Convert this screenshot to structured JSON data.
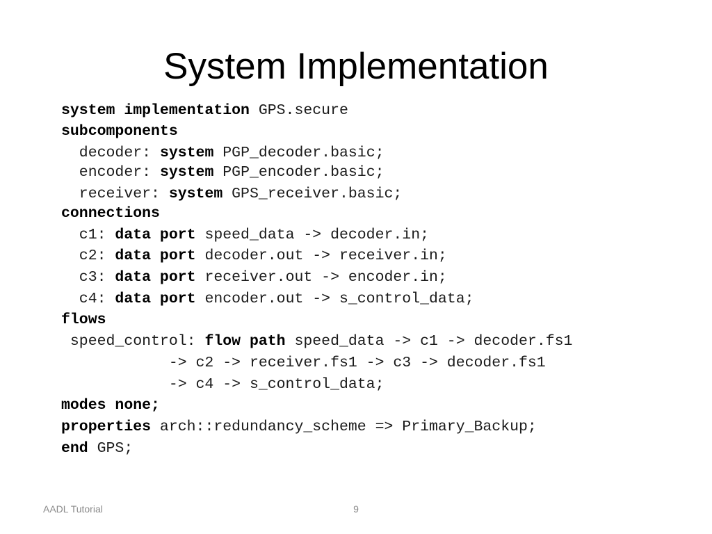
{
  "slide": {
    "title": "System Implementation",
    "footer_label": "AADL Tutorial",
    "page_number": "9"
  },
  "code": {
    "lines": [
      [
        {
          "t": "system implementation",
          "kw": true
        },
        {
          "t": " GPS.secure",
          "kw": false
        }
      ],
      [
        {
          "t": "subcomponents",
          "kw": true
        }
      ],
      [
        {
          "t": "  decoder: ",
          "kw": false
        },
        {
          "t": "system",
          "kw": true
        },
        {
          "t": " PGP_decoder.basic;",
          "kw": false
        }
      ],
      [
        {
          "t": "  encoder: ",
          "kw": false
        },
        {
          "t": "system",
          "kw": true
        },
        {
          "t": " PGP_encoder.basic;",
          "kw": false
        }
      ],
      [
        {
          "t": "  receiver: ",
          "kw": false
        },
        {
          "t": "system",
          "kw": true
        },
        {
          "t": " GPS_receiver.basic;",
          "kw": false
        }
      ],
      [
        {
          "t": "connections",
          "kw": true
        }
      ],
      [
        {
          "t": "  c1: ",
          "kw": false
        },
        {
          "t": "data port",
          "kw": true
        },
        {
          "t": " speed_data -> decoder.in;",
          "kw": false
        }
      ],
      [
        {
          "t": "  c2: ",
          "kw": false
        },
        {
          "t": "data port",
          "kw": true
        },
        {
          "t": " decoder.out -> receiver.in;",
          "kw": false
        }
      ],
      [
        {
          "t": "  c3: ",
          "kw": false
        },
        {
          "t": "data port",
          "kw": true
        },
        {
          "t": " receiver.out -> encoder.in;",
          "kw": false
        }
      ],
      [
        {
          "t": "  c4: ",
          "kw": false
        },
        {
          "t": "data port",
          "kw": true
        },
        {
          "t": " encoder.out -> s_control_data;",
          "kw": false
        }
      ],
      [
        {
          "t": "flows",
          "kw": true
        }
      ],
      [
        {
          "t": " speed_control: ",
          "kw": false
        },
        {
          "t": "flow path",
          "kw": true
        },
        {
          "t": " speed_data -> c1 -> decoder.fs1",
          "kw": false
        }
      ],
      [
        {
          "t": "            -> c2 -> receiver.fs1 -> c3 -> decoder.fs1",
          "kw": false
        }
      ],
      [
        {
          "t": "            -> c4 -> s_control_data;",
          "kw": false
        }
      ],
      [
        {
          "t": "modes none;",
          "kw": true
        }
      ],
      [
        {
          "t": "properties",
          "kw": true
        },
        {
          "t": " arch::redundancy_scheme => Primary_Backup;",
          "kw": false
        }
      ],
      [
        {
          "t": "end",
          "kw": true
        },
        {
          "t": " GPS;",
          "kw": false
        }
      ]
    ]
  }
}
